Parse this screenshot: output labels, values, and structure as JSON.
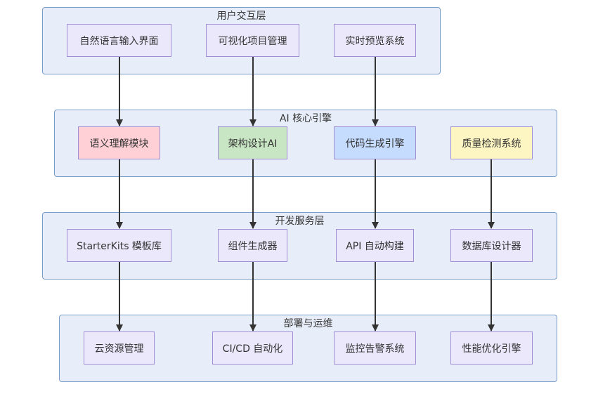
{
  "layers": [
    {
      "title": "用户交互层",
      "nodes": [
        "自然语言输入界面",
        "可视化项目管理",
        "实时预览系统"
      ]
    },
    {
      "title": "AI 核心引擎",
      "nodes": [
        "语义理解模块",
        "架构设计AI",
        "代码生成引擎",
        "质量检测系统"
      ]
    },
    {
      "title": "开发服务层",
      "nodes": [
        "StarterKits 模板库",
        "组件生成器",
        "API 自动构建",
        "数据库设计器"
      ]
    },
    {
      "title": "部署与运维",
      "nodes": [
        "云资源管理",
        "CI/CD 自动化",
        "监控告警系统",
        "性能优化引擎"
      ]
    }
  ],
  "colors": {
    "layer_fill": "#e8eef9",
    "layer_border": "#7a9cc8",
    "node_fill": "#ece8fc",
    "node_border": "#a08ed4",
    "semantic_fill": "#ffd0d6",
    "architecture_fill": "#c9e6c4",
    "codegen_fill": "#c5dcff",
    "quality_fill": "#fdf5c2",
    "arrow": "#333333"
  }
}
